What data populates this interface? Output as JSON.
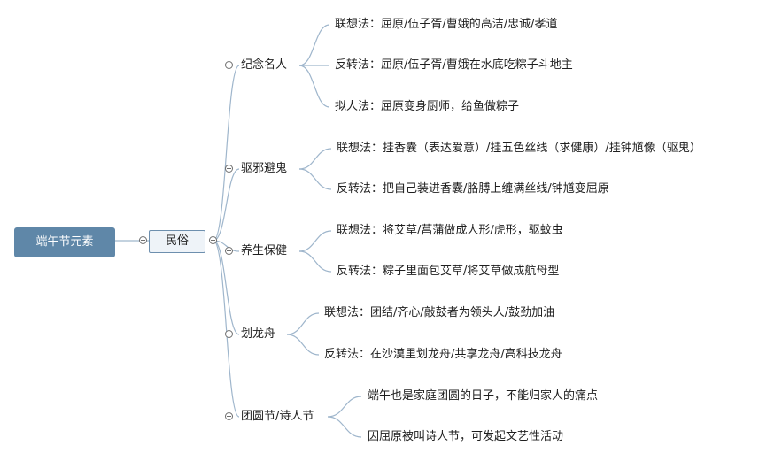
{
  "root": {
    "label": "端午节元素"
  },
  "main": {
    "label": "民俗"
  },
  "branches": [
    {
      "label": "纪念名人",
      "children": [
        "联想法：屈原/伍子胥/曹娥的高洁/忠诚/孝道",
        "反转法：屈原/伍子胥/曹娥在水底吃粽子斗地主",
        "拟人法：屈原变身厨师，给鱼做粽子"
      ]
    },
    {
      "label": "驱邪避鬼",
      "children": [
        "联想法：挂香囊（表达爱意）/挂五色丝线（求健康）/挂钟馗像（驱鬼）",
        "反转法：把自己装进香囊/胳膊上缠满丝线/钟馗变屈原"
      ]
    },
    {
      "label": "养生保健",
      "children": [
        "联想法：将艾草/菖蒲做成人形/虎形，驱蚊虫",
        "反转法：粽子里面包艾草/将艾草做成航母型"
      ]
    },
    {
      "label": "划龙舟",
      "children": [
        "联想法：团结/齐心/敲鼓者为领头人/鼓劲加油",
        "反转法：在沙漠里划龙舟/共享龙舟/高科技龙舟"
      ]
    },
    {
      "label": "团圆节/诗人节",
      "children": [
        "端午也是家庭团圆的日子，不能归家人的痛点",
        "因屈原被叫诗人节，可发起文艺性活动"
      ]
    }
  ],
  "colors": {
    "root_fill": "#5f87a8",
    "main_border": "#6d8fae",
    "connector": "#9fb6cc"
  }
}
